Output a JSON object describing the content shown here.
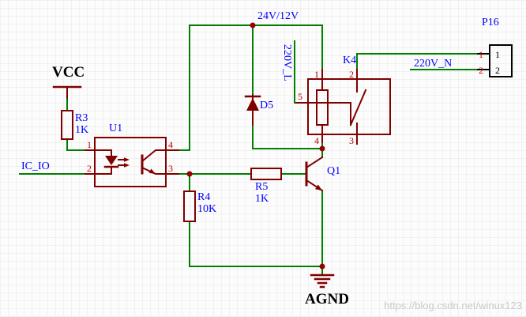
{
  "colors": {
    "bg": "#fcfcfc",
    "grid": "#e6e6e6",
    "wire": "#008000",
    "comp": "#800000",
    "label": "#0000ff",
    "pinnum": "#c00000",
    "junction": "#990000",
    "watermark": "#c8c8c8"
  },
  "power": {
    "vcc": "VCC",
    "agnd": "AGND",
    "rail": "24V/12V"
  },
  "nets": {
    "ic_io": "IC_IO",
    "live": "220V_L",
    "neutral": "220V_N"
  },
  "components": {
    "u1": {
      "ref": "U1",
      "pin1": "1",
      "pin2": "2",
      "pin3": "3",
      "pin4": "4"
    },
    "r3": {
      "ref": "R3",
      "value": "1K"
    },
    "r4": {
      "ref": "R4",
      "value": "10K"
    },
    "r5": {
      "ref": "R5",
      "value": "1K"
    },
    "d5": {
      "ref": "D5"
    },
    "q1": {
      "ref": "Q1"
    },
    "k4": {
      "ref": "K4",
      "pin1": "1",
      "pin2": "2",
      "pin3": "3",
      "pin4": "4",
      "pin5": "5"
    },
    "p16": {
      "ref": "P16",
      "pin1": "1",
      "pin2": "2"
    }
  },
  "watermark": "https://blog.csdn.net/winux123"
}
